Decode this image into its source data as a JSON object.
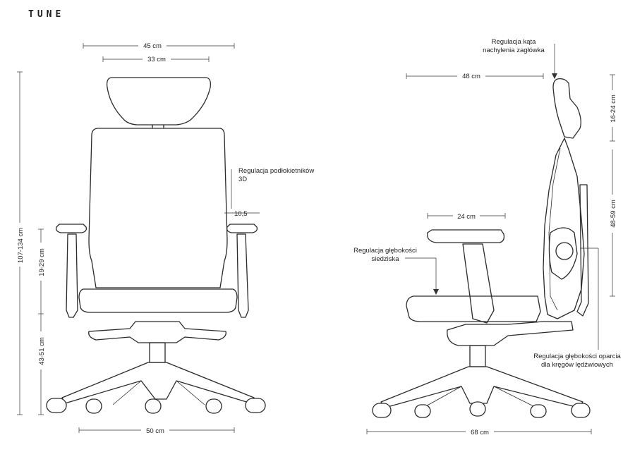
{
  "brand": "TUNE",
  "front": {
    "width_total": "45 cm",
    "width_back": "33 cm",
    "armrest_label_1": "Regulacja podłokietników",
    "armrest_label_2": "3D",
    "armrest_width": "10,5",
    "height_total": "107-134 cm",
    "armrest_height": "19-29 cm",
    "seat_height": "43-51 cm",
    "base_width": "50 cm"
  },
  "side": {
    "headrest_label_1": "Regulacja kąta",
    "headrest_label_2": "nachylenia zagłówka",
    "depth_top": "48 cm",
    "headrest_range": "16-24 cm",
    "armrest_depth": "24 cm",
    "seat_label_1": "Regulacja głębokości",
    "seat_label_2": "siedziska",
    "back_height": "48-59 cm",
    "lumbar_label_1": "Regulacja głębokości oparcia",
    "lumbar_label_2": "dla kręgów lędźwiowych",
    "base_depth": "68 cm"
  }
}
